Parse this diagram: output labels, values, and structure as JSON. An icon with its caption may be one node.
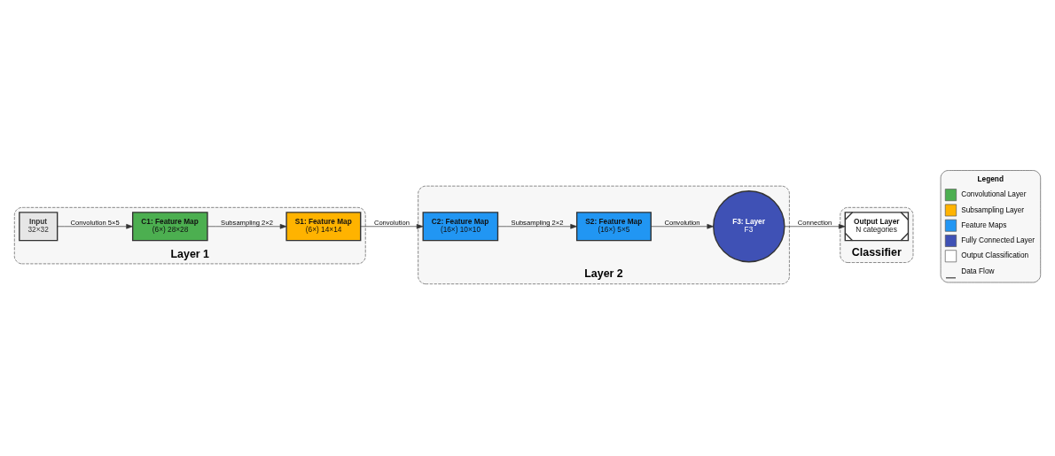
{
  "diagram": {
    "nodes": [
      {
        "text": [
          "Layer 1"
        ]
      },
      {
        "text": [
          "Input",
          "32×32"
        ],
        "in": 0
      },
      {
        "text": [
          "C1: Feature Map",
          "(6×) 28×28"
        ],
        "in": 0
      },
      {
        "text": [
          "S1: Feature Map",
          "(6×) 14×14"
        ],
        "in": 0
      },
      {
        "text": [
          "Layer 2"
        ]
      },
      {
        "text": [
          "C2: Feature Map",
          "(16×) 10×10"
        ],
        "in": 4
      },
      {
        "text": [
          "S2: Feature Map",
          "(16×) 5×5"
        ],
        "in": 4
      },
      {
        "text": [
          "F3: Layer",
          "F3"
        ],
        "in": 4
      },
      {
        "text": [
          "Classifier"
        ]
      },
      {
        "text": [
          "Output Layer",
          "N categories"
        ],
        "in": 8
      }
    ],
    "edges": [
      {
        "from": 1,
        "to": 2,
        "arrow": "to",
        "label": "Convolution 5×5"
      },
      {
        "from": 2,
        "to": 3,
        "arrow": "to",
        "label": "Subsampling 2×2"
      },
      {
        "from": 3,
        "to": 5,
        "arrow": "to",
        "label": "Convolution"
      },
      {
        "from": 5,
        "to": 6,
        "arrow": "to",
        "label": "Subsampling 2×2"
      },
      {
        "from": 6,
        "to": 7,
        "arrow": "to",
        "label": "Convolution"
      },
      {
        "from": 7,
        "to": 9,
        "arrow": "to",
        "label": "Connection"
      }
    ],
    "labels": [
      "Legend"
    ],
    "legend": [
      {
        "text": "Convolutional Layer",
        "color": "#4caf50"
      },
      {
        "text": "Subsampling Layer",
        "color": "#ffb300"
      },
      {
        "text": "Feature Maps",
        "color": "#2196f3"
      },
      {
        "text": "Fully Connected Layer",
        "color": "#3f51b5"
      },
      {
        "text": "Output Classification"
      },
      {
        "text": "Data Flow"
      }
    ]
  }
}
